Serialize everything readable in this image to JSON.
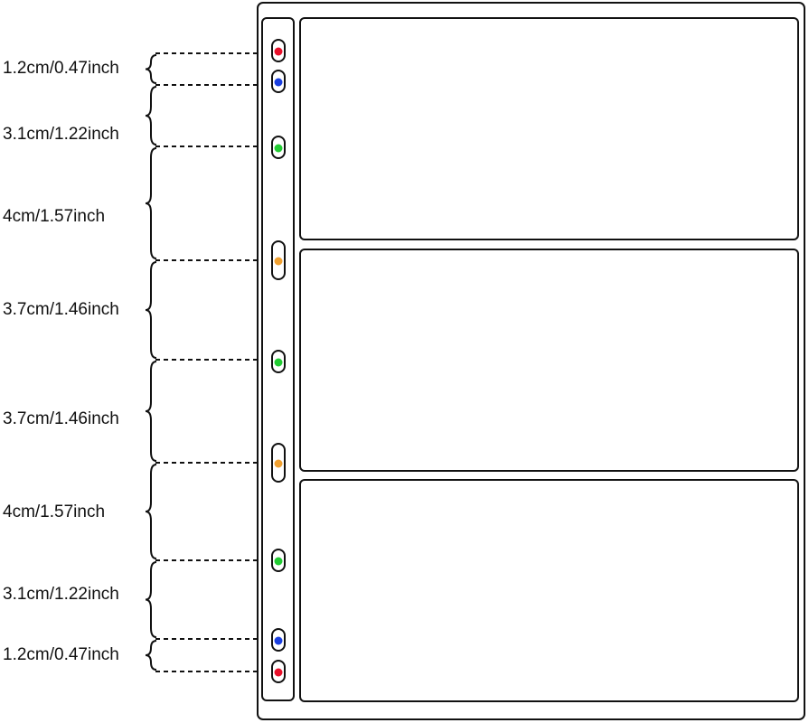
{
  "diagram": {
    "description_colors": {
      "outline": "#111111",
      "hole_red": "#e8102a",
      "hole_blue": "#1a3fe0",
      "hole_green": "#22cc33",
      "hole_orange": "#f0a030"
    },
    "holes": [
      {
        "name": "hole-1",
        "color": "hole_red",
        "shape": "round"
      },
      {
        "name": "hole-2",
        "color": "hole_blue",
        "shape": "round"
      },
      {
        "name": "hole-3",
        "color": "hole_green",
        "shape": "round"
      },
      {
        "name": "hole-4",
        "color": "hole_orange",
        "shape": "slot"
      },
      {
        "name": "hole-5",
        "color": "hole_green",
        "shape": "round"
      },
      {
        "name": "hole-6",
        "color": "hole_orange",
        "shape": "slot"
      },
      {
        "name": "hole-7",
        "color": "hole_green",
        "shape": "round"
      },
      {
        "name": "hole-8",
        "color": "hole_blue",
        "shape": "round"
      },
      {
        "name": "hole-9",
        "color": "hole_red",
        "shape": "round"
      }
    ],
    "spacings": [
      {
        "label": "1.2cm/0.47inch"
      },
      {
        "label": "3.1cm/1.22inch"
      },
      {
        "label": "4cm/1.57inch"
      },
      {
        "label": "3.7cm/1.46inch"
      },
      {
        "label": "3.7cm/1.46inch"
      },
      {
        "label": "4cm/1.57inch"
      },
      {
        "label": "3.1cm/1.22inch"
      },
      {
        "label": "1.2cm/0.47inch"
      }
    ],
    "pockets": [
      {
        "name": "pocket-1"
      },
      {
        "name": "pocket-2"
      },
      {
        "name": "pocket-3"
      }
    ]
  }
}
